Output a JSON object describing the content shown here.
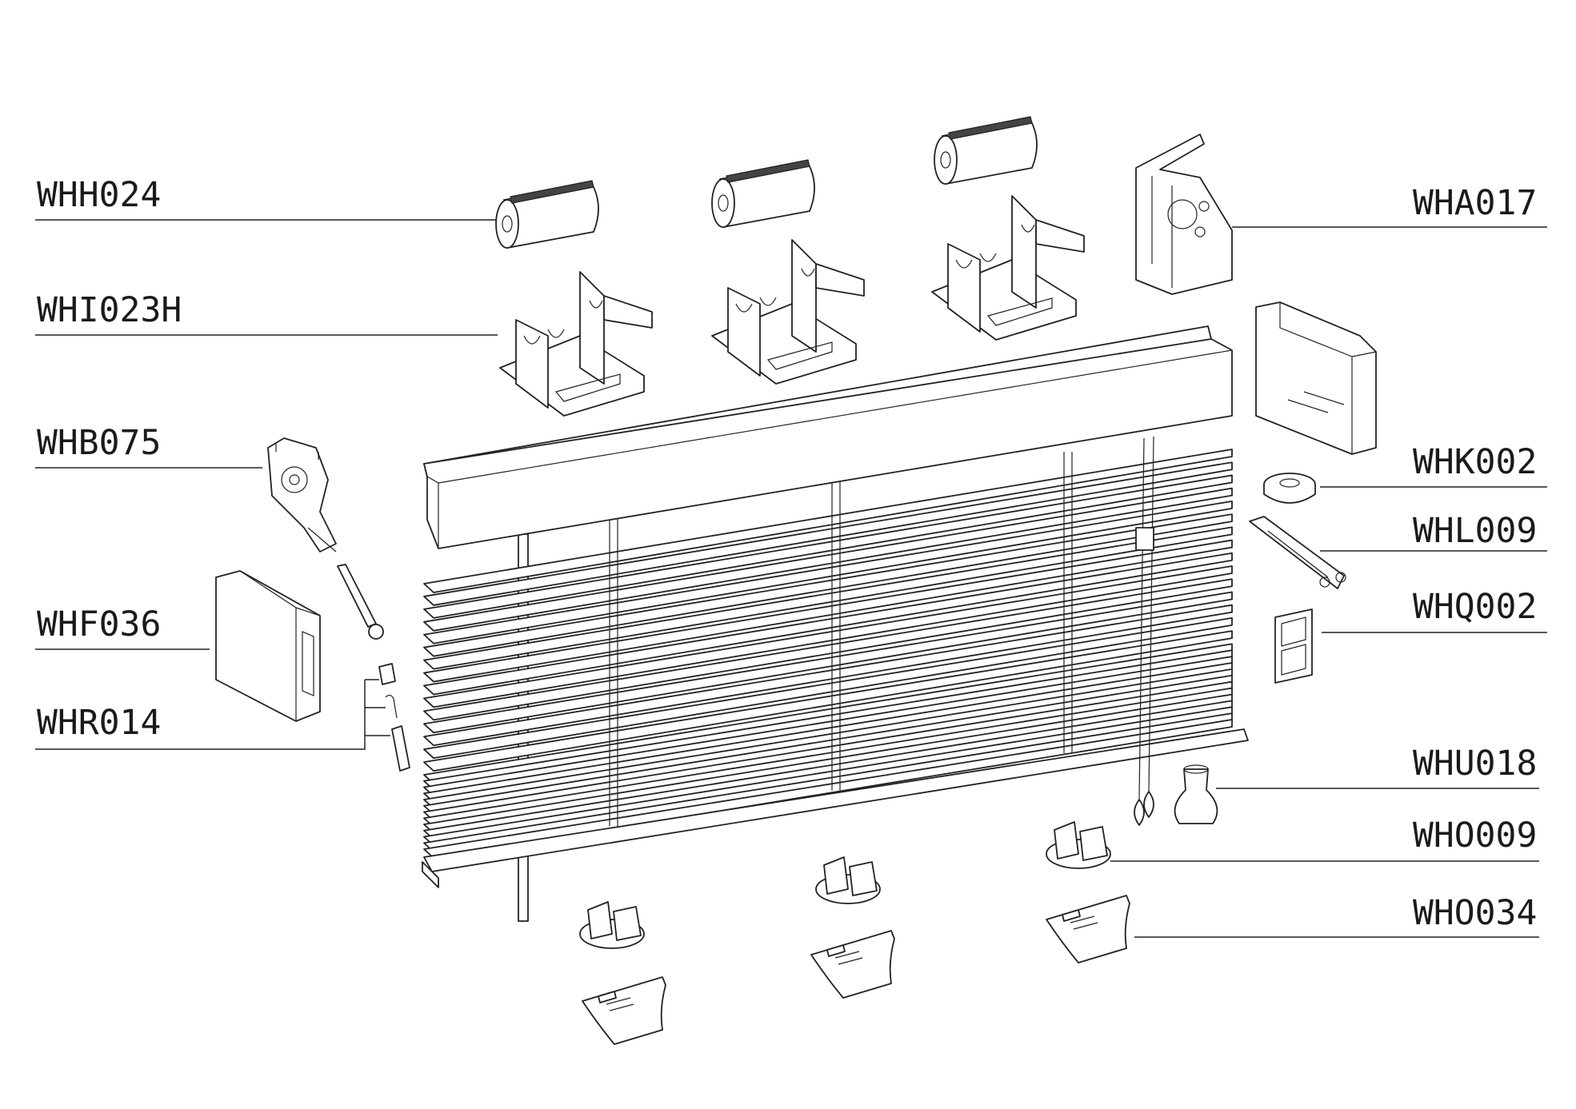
{
  "labels": {
    "WHH024": "WHH024",
    "WHI023H": "WHI023H",
    "WHB075": "WHB075",
    "WHF036": "WHF036",
    "WHR014": "WHR014",
    "WHA017": "WHA017",
    "WHK002": "WHK002",
    "WHL009": "WHL009",
    "WHQ002": "WHQ002",
    "WHU018": "WHU018",
    "WHO009": "WHO009",
    "WHO034": "WHO034"
  },
  "blind": {
    "slat_count": 28,
    "ladder_positions": 3
  }
}
